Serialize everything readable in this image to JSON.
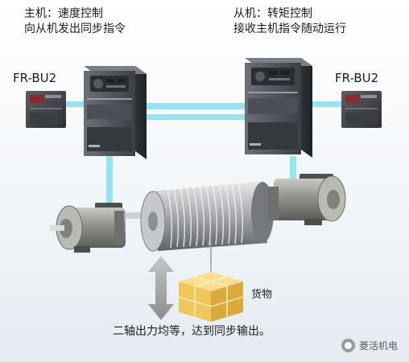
{
  "master": {
    "title": "主机：速度控制",
    "subtitle": "向从机发出同步指令"
  },
  "slave": {
    "title": "从机：转矩控制",
    "subtitle": "接收主机指令随动运行"
  },
  "brake_unit_left": "FR-BU2",
  "brake_unit_right": "FR-BU2",
  "cargo_label": "货物",
  "note": "二轴出力均等，达到同步输出。",
  "watermark": "菱活机电",
  "colors": {
    "link": "#8fe3f2",
    "arrow": "#a9a9a9",
    "cargo": "#f2c95c",
    "inverter": "#4a4f55",
    "motor": "#8a8d86"
  }
}
